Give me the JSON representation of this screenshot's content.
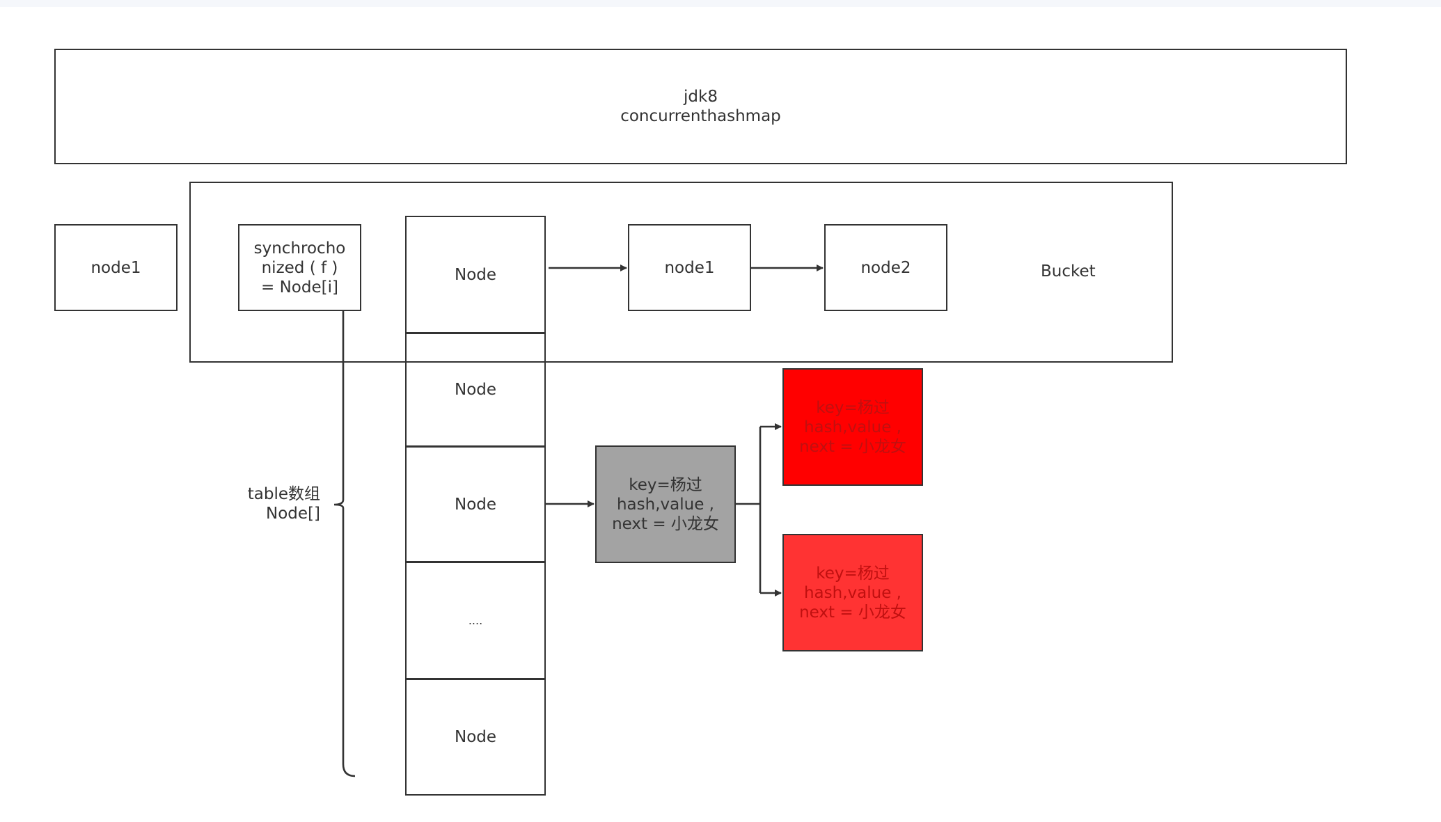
{
  "header": {
    "line1": "jdk8",
    "line2": "concurrenthashmap"
  },
  "outside_node": "node1",
  "bucket": {
    "label": "Bucket",
    "sync_box": "synchrocho\nnized ( f )\n= Node[i]",
    "chain": [
      "node1",
      "node2"
    ]
  },
  "table": {
    "brace_label": "table数组\nNode[]",
    "cells": [
      "Node",
      "Node",
      "Node",
      "....",
      "Node"
    ]
  },
  "entry": {
    "gray": "key=杨过\nhash,value ,\nnext = 小龙女",
    "red_top": "key=杨过\nhash,value ,\nnext = 小龙女",
    "red_bottom": "key=杨过\nhash,value ,\nnext = 小龙女"
  },
  "colors": {
    "stroke": "#333333",
    "gray_fill": "#a3a3a3",
    "red_fill_1": "#ff0000",
    "red_fill_2": "#ff3333"
  }
}
